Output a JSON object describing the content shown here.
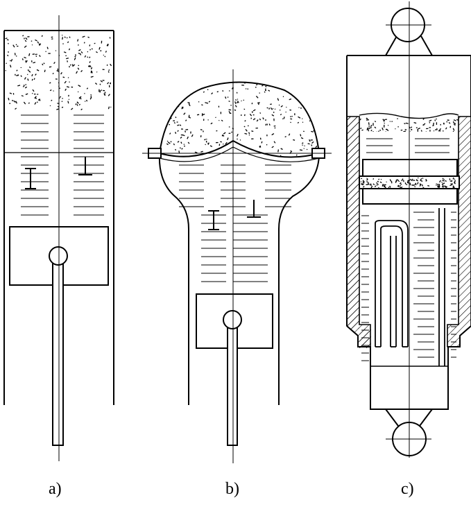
{
  "figure": {
    "panels": [
      {
        "id": "a",
        "caption": "a)"
      },
      {
        "id": "b",
        "caption": "b)"
      },
      {
        "id": "c",
        "caption": "c)"
      }
    ]
  },
  "colors": {
    "ink": "#000000",
    "background": "#ffffff"
  }
}
